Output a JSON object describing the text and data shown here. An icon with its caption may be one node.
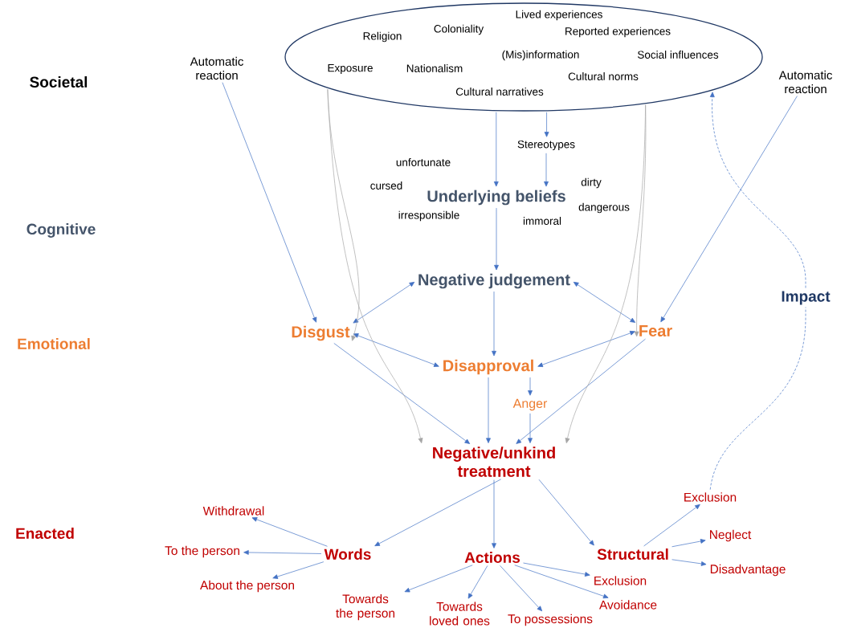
{
  "diagram": {
    "nodes": [
      {
        "text": [
          "Lived experiences",
          "Religion",
          "Coloniality",
          "Reported experiences",
          "Exposure",
          "Nationalism",
          "(Mis)information",
          "Social influences",
          "Cultural norms",
          "Cultural narratives"
        ]
      },
      {
        "text": [
          "Automatic reaction"
        ]
      },
      {
        "text": [
          "Automatic reaction"
        ]
      },
      {
        "text": [
          "Stereotypes"
        ]
      },
      {
        "text": [
          "Underlying beliefs"
        ]
      },
      {
        "text": [
          "Negative judgement"
        ]
      },
      {
        "text": [
          "Disgust"
        ]
      },
      {
        "text": [
          "Fear"
        ]
      },
      {
        "text": [
          "Disapproval"
        ]
      },
      {
        "text": [
          "Anger"
        ]
      },
      {
        "text": [
          "Negative/unkind treatment"
        ]
      },
      {
        "text": [
          "Words"
        ]
      },
      {
        "text": [
          "Actions"
        ]
      },
      {
        "text": [
          "Structural"
        ]
      },
      {
        "text": [
          "Withdrawal"
        ]
      },
      {
        "text": [
          "To the person"
        ]
      },
      {
        "text": [
          "About the person"
        ]
      },
      {
        "text": [
          "Towards the person"
        ]
      },
      {
        "text": [
          "Towards loved ones"
        ]
      },
      {
        "text": [
          "To possessions"
        ]
      },
      {
        "text": [
          "Exclusion"
        ]
      },
      {
        "text": [
          "Avoidance"
        ]
      },
      {
        "text": [
          "Exclusion"
        ]
      },
      {
        "text": [
          "Neglect"
        ]
      },
      {
        "text": [
          "Disadvantage"
        ]
      }
    ],
    "edges": [
      {
        "from": 1,
        "to": 6,
        "arrow": "to"
      },
      {
        "from": 2,
        "to": 7,
        "arrow": "to"
      },
      {
        "from": 0,
        "to": 4,
        "arrow": "to"
      },
      {
        "from": 0,
        "to": 3,
        "arrow": "to"
      },
      {
        "from": 3,
        "to": 4,
        "arrow": "to"
      },
      {
        "from": 4,
        "to": 5,
        "arrow": "to"
      },
      {
        "from": 5,
        "to": 6,
        "arrow": "both"
      },
      {
        "from": 5,
        "to": 7,
        "arrow": "both"
      },
      {
        "from": 6,
        "to": 8,
        "arrow": "both"
      },
      {
        "from": 7,
        "to": 8,
        "arrow": "both"
      },
      {
        "from": 5,
        "to": 8,
        "arrow": "to"
      },
      {
        "from": 8,
        "to": 9,
        "arrow": "to"
      },
      {
        "from": 8,
        "to": 10,
        "arrow": "to"
      },
      {
        "from": 9,
        "to": 10,
        "arrow": "to"
      },
      {
        "from": 6,
        "to": 10,
        "arrow": "to"
      },
      {
        "from": 7,
        "to": 10,
        "arrow": "to"
      },
      {
        "from": 0,
        "to": 6,
        "arrow": "to",
        "color": "#a6a6a6"
      },
      {
        "from": 0,
        "to": 10,
        "arrow": "to",
        "color": "#a6a6a6"
      },
      {
        "from": 0,
        "to": 7,
        "arrow": "to",
        "color": "#a6a6a6"
      },
      {
        "from": 0,
        "to": 10,
        "arrow": "to",
        "color": "#a6a6a6"
      },
      {
        "from": 10,
        "to": 11,
        "arrow": "to"
      },
      {
        "from": 10,
        "to": 12,
        "arrow": "to"
      },
      {
        "from": 10,
        "to": 13,
        "arrow": "to"
      },
      {
        "from": 11,
        "to": 14,
        "arrow": "to"
      },
      {
        "from": 11,
        "to": 15,
        "arrow": "to"
      },
      {
        "from": 11,
        "to": 16,
        "arrow": "to"
      },
      {
        "from": 12,
        "to": 17,
        "arrow": "to"
      },
      {
        "from": 12,
        "to": 18,
        "arrow": "to"
      },
      {
        "from": 12,
        "to": 19,
        "arrow": "to"
      },
      {
        "from": 12,
        "to": 20,
        "arrow": "to"
      },
      {
        "from": 12,
        "to": 21,
        "arrow": "to"
      },
      {
        "from": 13,
        "to": 22,
        "arrow": "to"
      },
      {
        "from": 13,
        "to": 23,
        "arrow": "to"
      },
      {
        "from": 13,
        "to": 24,
        "arrow": "to"
      },
      {
        "from": 22,
        "to": 0,
        "arrow": "to",
        "style": "dashed",
        "label": "Impact"
      }
    ],
    "labels": [
      "Societal",
      "unfortunate",
      "cursed",
      "dirty",
      "dangerous",
      "irresponsible",
      "immoral",
      "Cognitive",
      "Emotional",
      "Enacted"
    ]
  }
}
